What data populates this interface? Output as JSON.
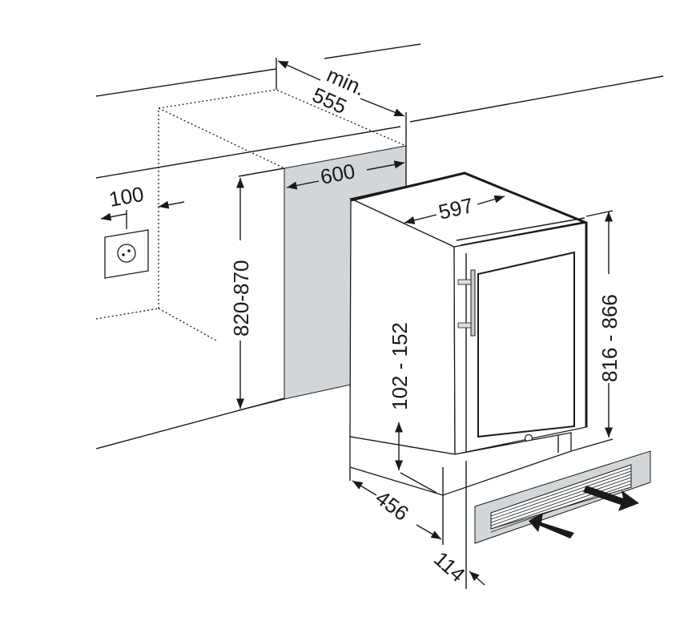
{
  "diagram": {
    "labels": {
      "depth_min_prefix": "min.",
      "depth_min": "555",
      "niche_width": "600",
      "socket_offset": "100",
      "niche_height": "820-870",
      "appliance_width": "597",
      "appliance_height": "816 - 866",
      "plinth_height": "102 - 152",
      "appliance_depth": "456",
      "plinth_depth": "114"
    },
    "colors": {
      "panel": "#d3d6d8",
      "line": "#1a1a1a"
    }
  }
}
